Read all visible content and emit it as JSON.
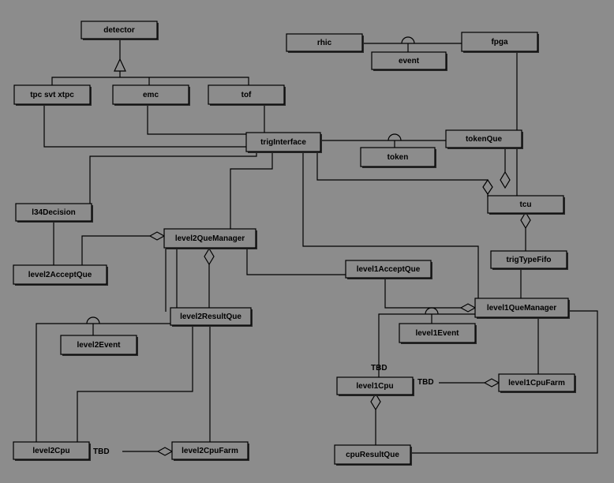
{
  "diagram": {
    "classes": {
      "detector": "detector",
      "tpc_svt_xtpc": "tpc svt xtpc",
      "emc": "emc",
      "tof": "tof",
      "rhic": "rhic",
      "fpga": "fpga",
      "event": "event",
      "trigInterface": "trigInterface",
      "tokenQue": "tokenQue",
      "token": "token",
      "l34Decision": "l34Decision",
      "tcu": "tcu",
      "level2QueManager": "level2QueManager",
      "level2AcceptQue": "level2AcceptQue",
      "trigTypeFifo": "trigTypeFifo",
      "level1AcceptQue": "level1AcceptQue",
      "level2ResultQue": "level2ResultQue",
      "level1QueManager": "level1QueManager",
      "level2Event": "level2Event",
      "level1Event": "level1Event",
      "level1Cpu": "level1Cpu",
      "level1CpuFarm": "level1CpuFarm",
      "level2Cpu": "level2Cpu",
      "level2CpuFarm": "level2CpuFarm",
      "cpuResultQue": "cpuResultQue"
    },
    "notes": {
      "tbd_level1cpu": "TBD",
      "tbd_level1cpufarm": "TBD",
      "tbd_level2cpu": "TBD"
    }
  }
}
